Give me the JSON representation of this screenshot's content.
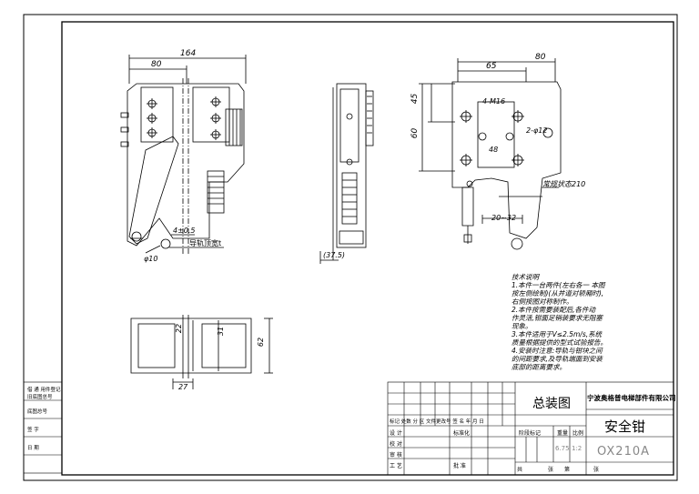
{
  "dims": {
    "d164": "164",
    "d80_left": "80",
    "d4_10": "4±0.5",
    "guide_rail": "导轨顶宽t",
    "phi10": "φ10",
    "d37_5": "(37.5)",
    "d80_right": "80",
    "d65": "65",
    "d45": "45",
    "d60": "60",
    "m16": "4-M16",
    "d48": "48",
    "d2phi": "2-φ12",
    "d20_32": "20~32",
    "normal_state": "常规状态210",
    "d22": "22",
    "d31": "31",
    "d62": "62",
    "d27": "27"
  },
  "notes": {
    "title": "技术说明",
    "lines": [
      "1.本件一台两件(左右各一 本图",
      "按左侧绘制)(从井道对轿厢时),",
      "右侧按图对称制作。",
      "2.本件按需要装配后,各件动",
      "作灵活,钳面足销装要求无阻塞",
      "现象。",
      "3.本件适用于V≤2.5m/s,系统",
      "质量根据提供的型式试验报告。",
      "4.安装时注意:导轨与钳块之间",
      "的间距要求,及导轨端面到安装",
      "底部的距离要求。"
    ]
  },
  "side_table": {
    "r1a": "借 通 用件登记",
    "r1b": "旧底图总号",
    "r2": "底图总号",
    "r3": "签    字",
    "r4": "日    期"
  },
  "title_block": {
    "drawing_title": "总装图",
    "company": "宁波奥格普电梯部件有限公司",
    "part_name": "安全钳",
    "drawing_no": "OX210A",
    "header_row": "标记 处数  分  区 文件更改号 签  名 年 月 日",
    "design": "设 计",
    "standardize": "标准化",
    "check": "校 对",
    "review": "审 核",
    "process": "工 艺",
    "approve": "批 准",
    "stage_mark": "阶段标记",
    "weight": "重量",
    "scale": "比例",
    "weight_val": "6.75",
    "scale_val": "1:2",
    "total": "共",
    "sheets": "张",
    "sheet_no": "第",
    "sheet": "张"
  }
}
